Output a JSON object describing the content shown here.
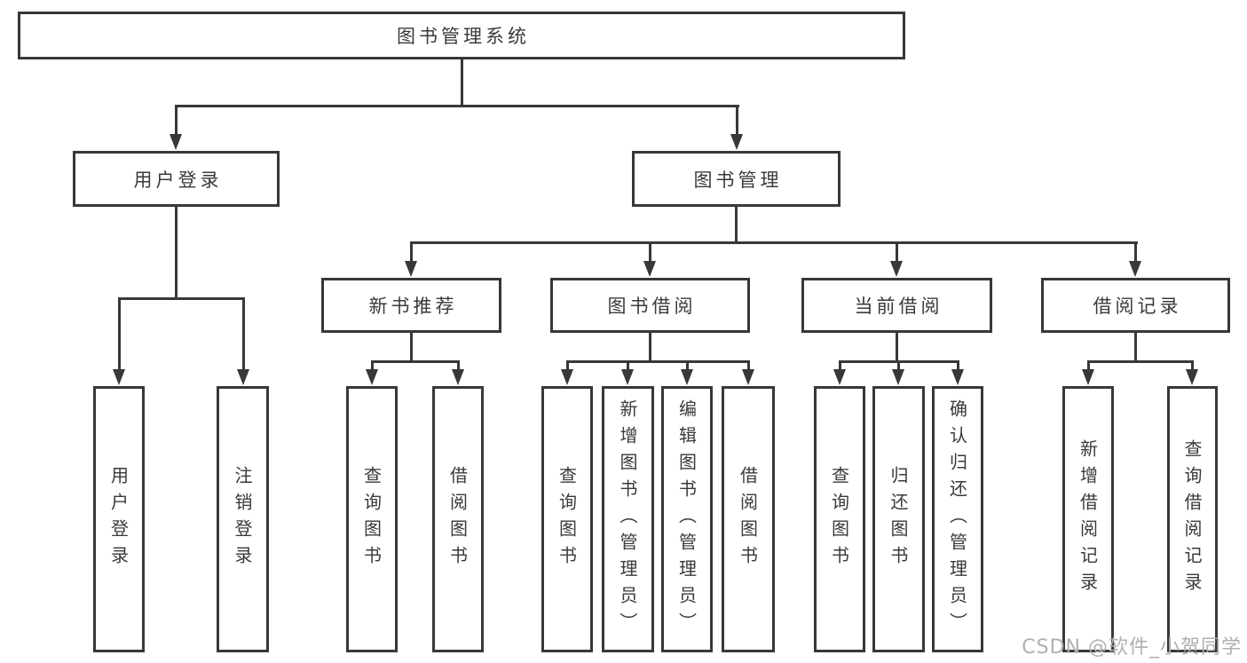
{
  "diagram": {
    "root": {
      "label": "图书管理系统"
    },
    "level2": [
      {
        "label": "用户登录"
      },
      {
        "label": "图书管理"
      }
    ],
    "level3": [
      {
        "label": "新书推荐"
      },
      {
        "label": "图书借阅"
      },
      {
        "label": "当前借阅"
      },
      {
        "label": "借阅记录"
      }
    ],
    "leaves": [
      {
        "label": "用户登录"
      },
      {
        "label": "注销登录"
      },
      {
        "label": "查询图书"
      },
      {
        "label": "借阅图书"
      },
      {
        "label": "查询图书"
      },
      {
        "label": "新增图书（管理员）"
      },
      {
        "label": "编辑图书（管理员）"
      },
      {
        "label": "借阅图书"
      },
      {
        "label": "查询图书"
      },
      {
        "label": "归还图书"
      },
      {
        "label": "确认归还（管理员）"
      },
      {
        "label": "新增借阅记录"
      },
      {
        "label": "查询借阅记录"
      }
    ]
  },
  "watermark": {
    "text": "CSDN @软件_小贺同学"
  },
  "colors": {
    "line": "#383838",
    "text": "#3a3a3a",
    "watermark": "#b0b0b0",
    "background": "#ffffff"
  }
}
